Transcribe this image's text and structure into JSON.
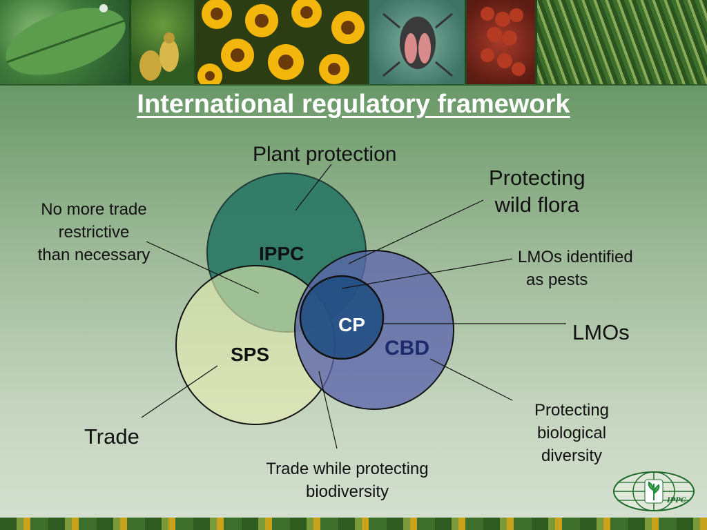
{
  "title": "International regulatory framework",
  "circles": {
    "ippc": "IPPC",
    "sps": "SPS",
    "cbd": "CBD",
    "cp": "CP"
  },
  "labels": {
    "plant_protection": "Plant protection",
    "protecting_wild_flora": [
      "Protecting",
      "wild flora"
    ],
    "no_more_trade_restrictive": [
      "No more trade",
      "restrictive",
      "than necessary"
    ],
    "lmos_identified_as_pests": [
      "LMOs identified",
      "as pests"
    ],
    "lmos": "LMOs",
    "trade": "Trade",
    "protecting_biological_diversity": [
      "Protecting",
      "biological",
      "diversity"
    ],
    "trade_while_protecting_biodiversity": [
      "Trade while protecting",
      "biodiversity"
    ]
  },
  "logo_text": "IPPC",
  "colors": {
    "ippc": "#2e7a66",
    "sps": "#e6edb0",
    "cbd": "#6f78b0",
    "cp": "#1f4c80",
    "title": "#ffffff",
    "cbd_label": "#1b2a6a"
  }
}
